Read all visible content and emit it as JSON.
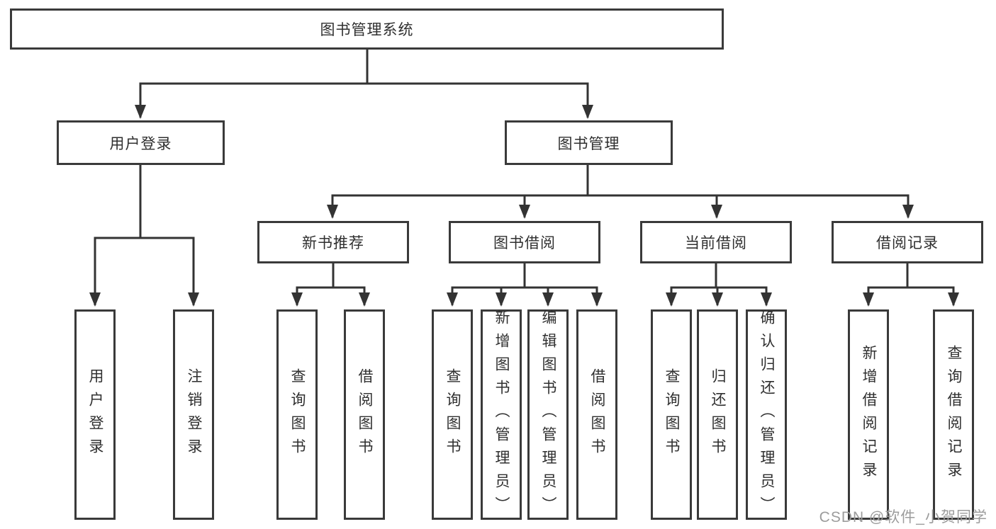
{
  "diagram": {
    "type": "hierarchy-tree",
    "watermark": "CSDN @软件_小贺同学",
    "colors": {
      "background": "#ffffff",
      "box_fill": "#ffffff",
      "box_border": "#3a3a3a",
      "connector_line": "#333333",
      "text": "#2f2f2f",
      "watermark_text": "#9c9c9c"
    },
    "nodes": {
      "root": {
        "label": "图书管理系统"
      },
      "user_login": {
        "label": "用户登录"
      },
      "book_mgmt": {
        "label": "图书管理"
      },
      "new_book_rec": {
        "label": "新书推荐"
      },
      "book_borrow": {
        "label": "图书借阅"
      },
      "current_borrow": {
        "label": "当前借阅"
      },
      "borrow_records": {
        "label": "借阅记录"
      },
      "leaf_user_login": {
        "label": "用户登录"
      },
      "leaf_logout": {
        "label": "注销登录"
      },
      "leaf_rec_query_books": {
        "label": "查询图书"
      },
      "leaf_rec_borrow_books": {
        "label": "借阅图书"
      },
      "leaf_bb_query_books": {
        "label": "查询图书"
      },
      "leaf_bb_add_books": {
        "label": "新增图书（管理员）"
      },
      "leaf_bb_edit_books": {
        "label": "编辑图书（管理员）"
      },
      "leaf_bb_borrow_books": {
        "label": "借阅图书"
      },
      "leaf_cb_query_books": {
        "label": "查询图书"
      },
      "leaf_cb_return_books": {
        "label": "归还图书"
      },
      "leaf_cb_confirm_return": {
        "label": "确认归还（管理员）"
      },
      "leaf_br_add_record": {
        "label": "新增借阅记录"
      },
      "leaf_br_query_record": {
        "label": "查询借阅记录"
      }
    },
    "tree": {
      "label": "图书管理系统",
      "children": [
        {
          "label": "用户登录",
          "children": [
            {
              "label": "用户登录"
            },
            {
              "label": "注销登录"
            }
          ]
        },
        {
          "label": "图书管理",
          "children": [
            {
              "label": "新书推荐",
              "children": [
                {
                  "label": "查询图书"
                },
                {
                  "label": "借阅图书"
                }
              ]
            },
            {
              "label": "图书借阅",
              "children": [
                {
                  "label": "查询图书"
                },
                {
                  "label": "新增图书（管理员）"
                },
                {
                  "label": "编辑图书（管理员）"
                },
                {
                  "label": "借阅图书"
                }
              ]
            },
            {
              "label": "当前借阅",
              "children": [
                {
                  "label": "查询图书"
                },
                {
                  "label": "归还图书"
                },
                {
                  "label": "确认归还（管理员）"
                }
              ]
            },
            {
              "label": "借阅记录",
              "children": [
                {
                  "label": "新增借阅记录"
                },
                {
                  "label": "查询借阅记录"
                }
              ]
            }
          ]
        }
      ]
    }
  }
}
